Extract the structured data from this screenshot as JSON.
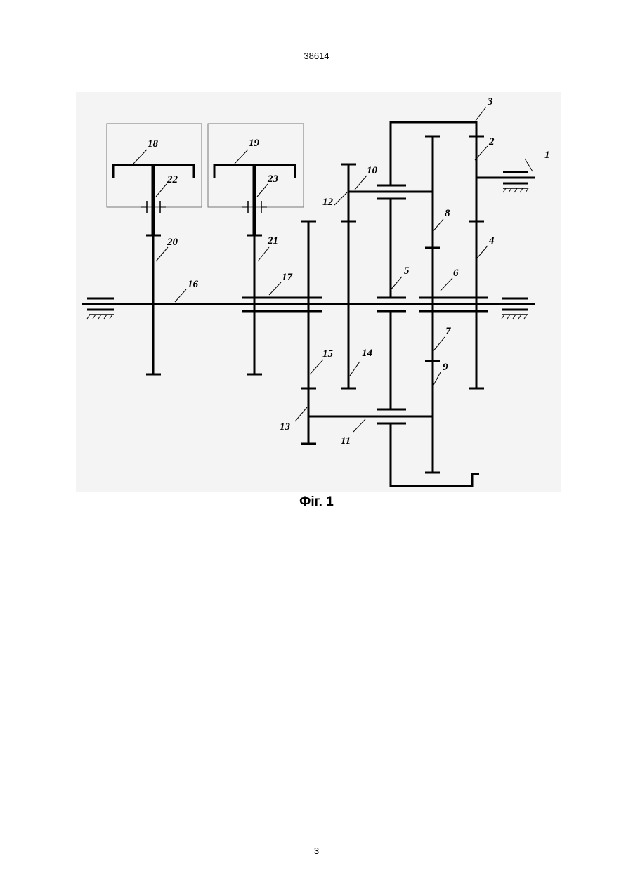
{
  "header": {
    "document_number": "38614"
  },
  "figure": {
    "caption": "Фіг. 1",
    "labels": {
      "l1": "1",
      "l2": "2",
      "l3": "3",
      "l4": "4",
      "l5": "5",
      "l6": "6",
      "l7": "7",
      "l8": "8",
      "l9": "9",
      "l10": "10",
      "l11": "11",
      "l12": "12",
      "l13": "13",
      "l14": "14",
      "l15": "15",
      "l16": "16",
      "l17": "17",
      "l18": "18",
      "l19": "19",
      "l20": "20",
      "l21": "21",
      "l22": "22",
      "l23": "23"
    }
  },
  "footer": {
    "page_number": "3"
  }
}
